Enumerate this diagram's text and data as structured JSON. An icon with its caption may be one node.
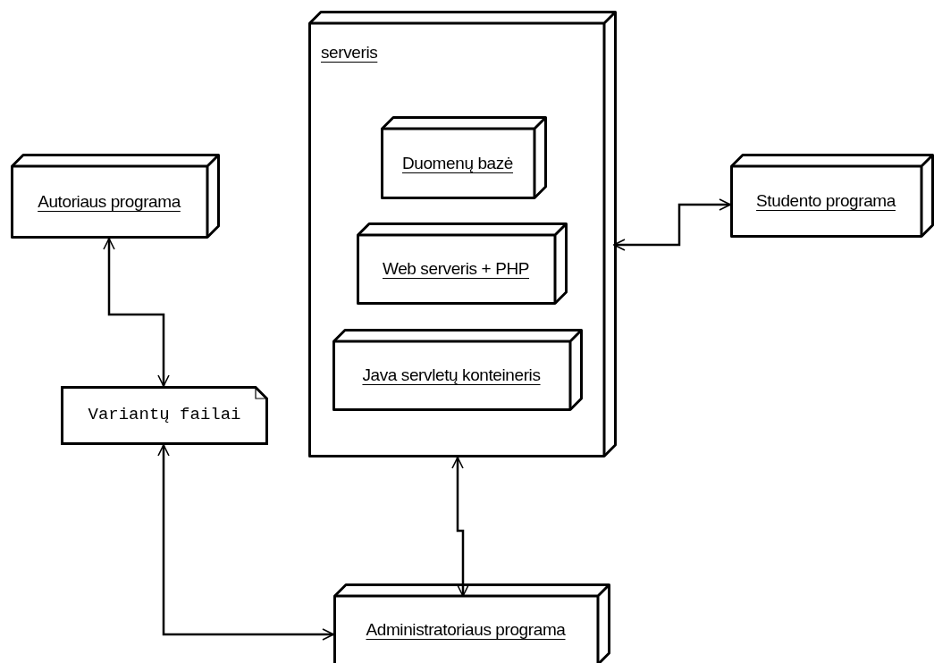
{
  "diagram": {
    "nodes": [
      {
        "text": [
          "serveris"
        ]
      },
      {
        "text": [
          "Duomenų bazė"
        ],
        "in": 0
      },
      {
        "text": [
          "Web serveris + PHP"
        ],
        "in": 0
      },
      {
        "text": [
          "Java servletų konteineris"
        ],
        "in": 0
      },
      {
        "text": [
          "Autoriaus programa"
        ]
      },
      {
        "text": [
          "Variantų failai"
        ]
      },
      {
        "text": [
          "Studento programa"
        ]
      },
      {
        "text": [
          "Administratoriaus programa"
        ]
      }
    ],
    "edges": [
      {
        "from": 4,
        "to": 5,
        "arrow": "both"
      },
      {
        "from": 5,
        "to": 7,
        "arrow": "both"
      },
      {
        "from": 0,
        "to": 7,
        "arrow": "both"
      },
      {
        "from": 0,
        "to": 6,
        "arrow": "both"
      }
    ]
  }
}
